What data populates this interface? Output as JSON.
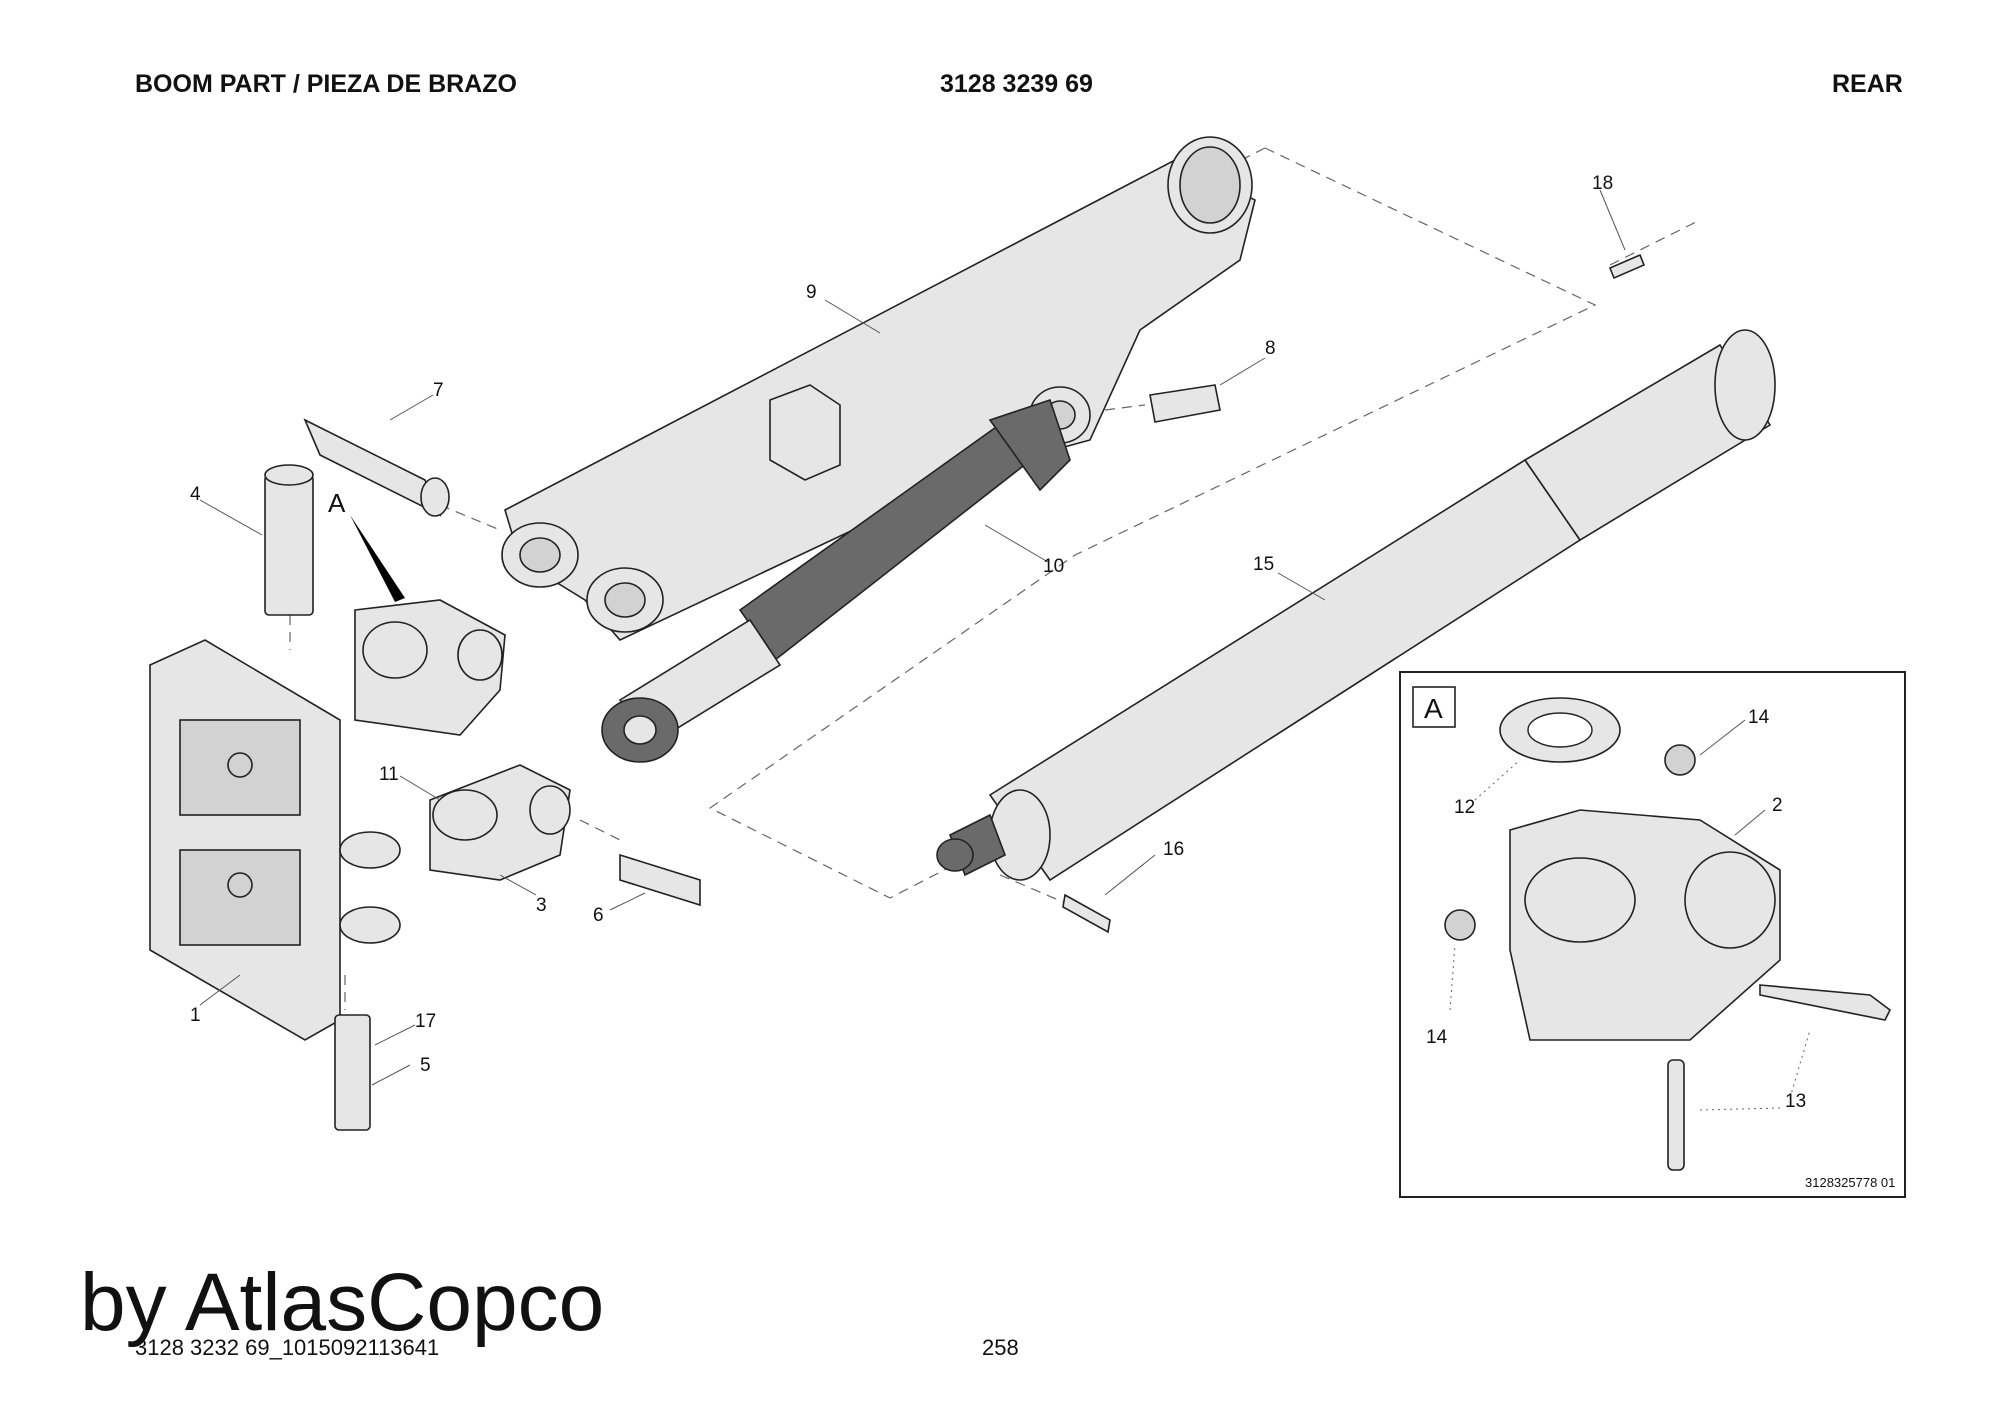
{
  "header": {
    "title": "BOOM PART / PIEZA DE BRAZO",
    "part_number": "3128 3239 69",
    "position": "REAR"
  },
  "detail": {
    "label": "A",
    "view_marker": "A",
    "drawing_ref": "3128325778 01"
  },
  "callouts": {
    "c1": "1",
    "c2": "2",
    "c3": "3",
    "c4": "4",
    "c5": "5",
    "c6": "6",
    "c7": "7",
    "c8": "8",
    "c9": "9",
    "c10": "10",
    "c11": "11",
    "c12": "12",
    "c13": "13",
    "c14a": "14",
    "c14b": "14",
    "c15": "15",
    "c16": "16",
    "c17": "17",
    "c18": "18"
  },
  "footer": {
    "file_id": "3128 3232 69_1015092113641",
    "page_number": "258",
    "watermark": "by AtlasCopco"
  }
}
